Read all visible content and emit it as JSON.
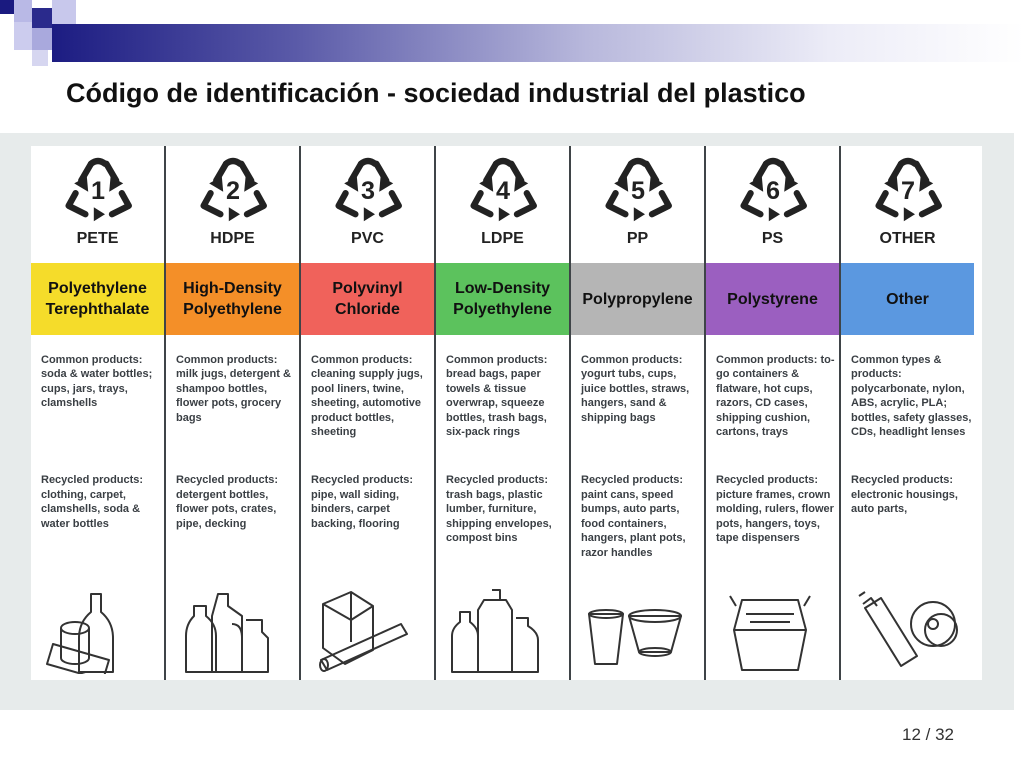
{
  "title": "Código de identificación - sociedad industrial del plastico",
  "page_number": "12 / 32",
  "colors": {
    "header_dark": "#1c1c82",
    "poster_bg": "#e7ebeb"
  },
  "columns": [
    {
      "number": "1",
      "abbr": "PETE",
      "name": "Polyethylene Terephthalate",
      "color": "#f5dc2a",
      "common": "Common products: soda & water bottles; cups, jars, trays, clamshells",
      "recycled": "Recycled products: clothing, carpet, clamshells, soda & water bottles",
      "illustration": "bottles-icon"
    },
    {
      "number": "2",
      "abbr": "HDPE",
      "name": "High-Density Polyethylene",
      "color": "#f48f28",
      "common": "Common products: milk jugs, detergent & shampoo bottles, flower pots, grocery bags",
      "recycled": "Recycled products: detergent bottles, flower pots, crates, pipe, decking",
      "illustration": "jugs-icon"
    },
    {
      "number": "3",
      "abbr": "PVC",
      "name": "Polyvinyl Chloride",
      "color": "#f0625b",
      "common": "Common products: cleaning supply jugs, pool liners, twine, sheeting, automotive product bottles, sheeting",
      "recycled": "Recycled products: pipe, wall siding, binders, carpet backing, flooring",
      "illustration": "box-and-roll-icon"
    },
    {
      "number": "4",
      "abbr": "LDPE",
      "name": "Low-Density Polyethylene",
      "color": "#5cc25d",
      "common": "Common products: bread bags, paper towels & tissue overwrap, squeeze bottles, trash bags, six-pack rings",
      "recycled": "Recycled products: trash bags, plastic lumber, furniture, shipping envelopes, compost bins",
      "illustration": "squeeze-bottles-icon"
    },
    {
      "number": "5",
      "abbr": "PP",
      "name": "Polypropylene",
      "color": "#b5b5b5",
      "common": "Common products: yogurt tubs, cups, juice bottles, straws, hangers, sand & shipping bags",
      "recycled": "Recycled products: paint cans, speed bumps, auto parts, food containers, hangers, plant pots, razor handles",
      "illustration": "cups-icon"
    },
    {
      "number": "6",
      "abbr": "PS",
      "name": "Polystyrene",
      "color": "#9b5fc0",
      "common": "Common products: to-go containers & flatware, hot cups, razors, CD cases, shipping cushion, cartons, trays",
      "recycled": "Recycled products: picture frames, crown molding, rulers, flower pots, hangers, toys, tape dispensers",
      "illustration": "clamshell-icon"
    },
    {
      "number": "7",
      "abbr": "OTHER",
      "name": "Other",
      "color": "#5b98e0",
      "common": "Common types & products: polycarbonate, nylon, ABS, acrylic, PLA; bottles, safety glasses, CDs, headlight lenses",
      "recycled": "Recycled products: electronic housings, auto parts,",
      "illustration": "spray-and-cd-icon"
    }
  ]
}
